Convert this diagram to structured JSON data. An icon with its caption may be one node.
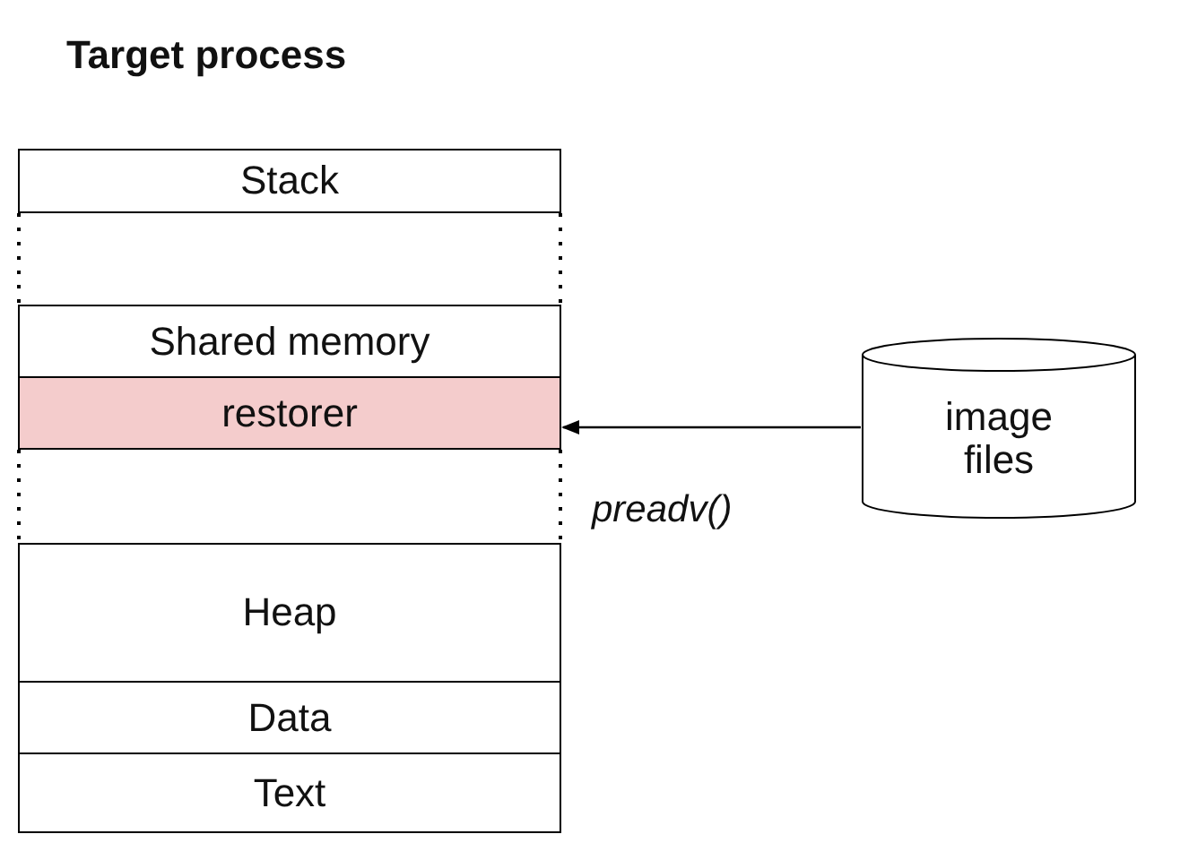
{
  "diagram": {
    "title": "Target process",
    "nodes": [
      {
        "text": [
          "Stack"
        ]
      },
      {
        "text": [
          "Shared memory"
        ]
      },
      {
        "text": [
          "restorer"
        ]
      },
      {
        "text": [
          "Heap"
        ]
      },
      {
        "text": [
          "Data"
        ]
      },
      {
        "text": [
          "Text"
        ]
      },
      {
        "text": [
          "image files"
        ]
      }
    ],
    "edges": [
      {
        "from": 6,
        "to": 2,
        "arrow": "to",
        "label": "preadv()"
      }
    ]
  }
}
